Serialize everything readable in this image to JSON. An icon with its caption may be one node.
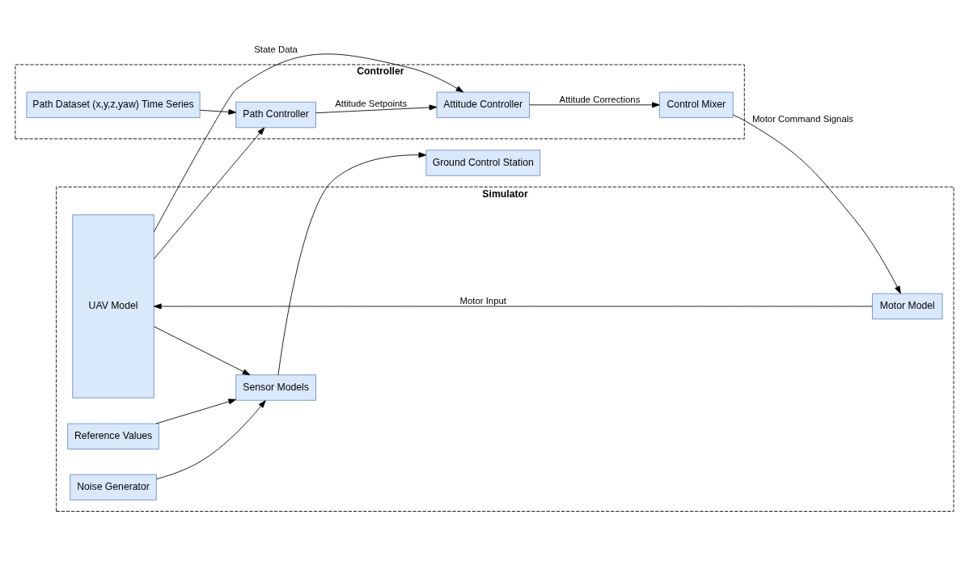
{
  "diagram": {
    "nodes": [
      {
        "text": [
          "Simulator"
        ]
      },
      {
        "text": [
          "UAV Model"
        ],
        "in": 0
      },
      {
        "text": [
          "Reference Values"
        ],
        "in": 0
      },
      {
        "text": [
          "Sensor Models"
        ],
        "in": 0
      },
      {
        "text": [
          "Noise Generator"
        ],
        "in": 0
      },
      {
        "text": [
          "Motor Model"
        ],
        "in": 0
      },
      {
        "text": [
          "Ground Control Station"
        ]
      },
      {
        "text": [
          "Controller"
        ]
      },
      {
        "text": [
          "Path Dataset (x,y,z,yaw) Time Series"
        ],
        "in": 7
      },
      {
        "text": [
          "Path Controller"
        ],
        "in": 7
      },
      {
        "text": [
          "Attitude Controller"
        ],
        "in": 7
      },
      {
        "text": [
          "Control Mixer"
        ],
        "in": 7
      }
    ],
    "edges": [
      {
        "from": 2,
        "to": 3,
        "arrow": "to"
      },
      {
        "from": 1,
        "to": 3,
        "arrow": "to"
      },
      {
        "from": 4,
        "to": 3,
        "arrow": "to"
      },
      {
        "from": 3,
        "to": 6,
        "arrow": "to"
      },
      {
        "from": 8,
        "to": 9,
        "arrow": "to"
      },
      {
        "from": 1,
        "to": 10,
        "arrow": "to",
        "label": "State Data"
      },
      {
        "from": 1,
        "to": 9,
        "arrow": "to"
      },
      {
        "from": 9,
        "to": 10,
        "arrow": "to",
        "label": "Attitude Setpoints"
      },
      {
        "from": 10,
        "to": 11,
        "arrow": "to",
        "label": "Attitude Corrections"
      },
      {
        "from": 11,
        "to": 5,
        "arrow": "to",
        "label": "Motor Command Signals"
      },
      {
        "from": 5,
        "to": 1,
        "arrow": "to",
        "label": "Motor Input"
      }
    ]
  }
}
